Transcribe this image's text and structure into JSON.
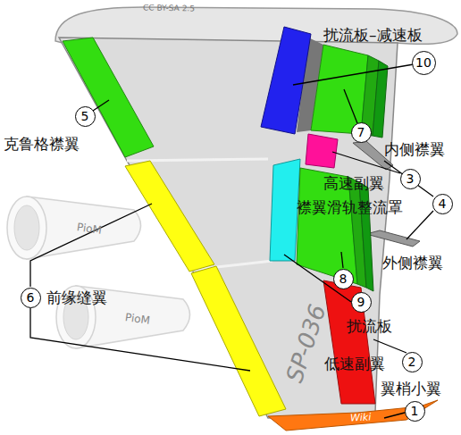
{
  "diagram": {
    "nodes": [
      {
        "text": [
          "10"
        ]
      },
      {
        "text": [
          "5"
        ]
      },
      {
        "text": [
          "7"
        ]
      },
      {
        "text": [
          "3"
        ]
      },
      {
        "text": [
          "4"
        ]
      },
      {
        "text": [
          "8"
        ]
      },
      {
        "text": [
          "6"
        ]
      },
      {
        "text": [
          "9"
        ]
      },
      {
        "text": [
          "2"
        ]
      },
      {
        "text": [
          "1"
        ]
      }
    ],
    "labels": [
      "CC BY-SA 2.5",
      "扰流板–减速板",
      "内侧襟翼",
      "克鲁格襟翼",
      "高速副翼",
      "襟翼滑轨整流罩",
      "PioM",
      "外侧襟翼",
      "前缘缝翼",
      "扰流板",
      "PioM",
      "SP-036",
      "低速副翼",
      "翼梢小翼",
      "Wiki"
    ]
  }
}
